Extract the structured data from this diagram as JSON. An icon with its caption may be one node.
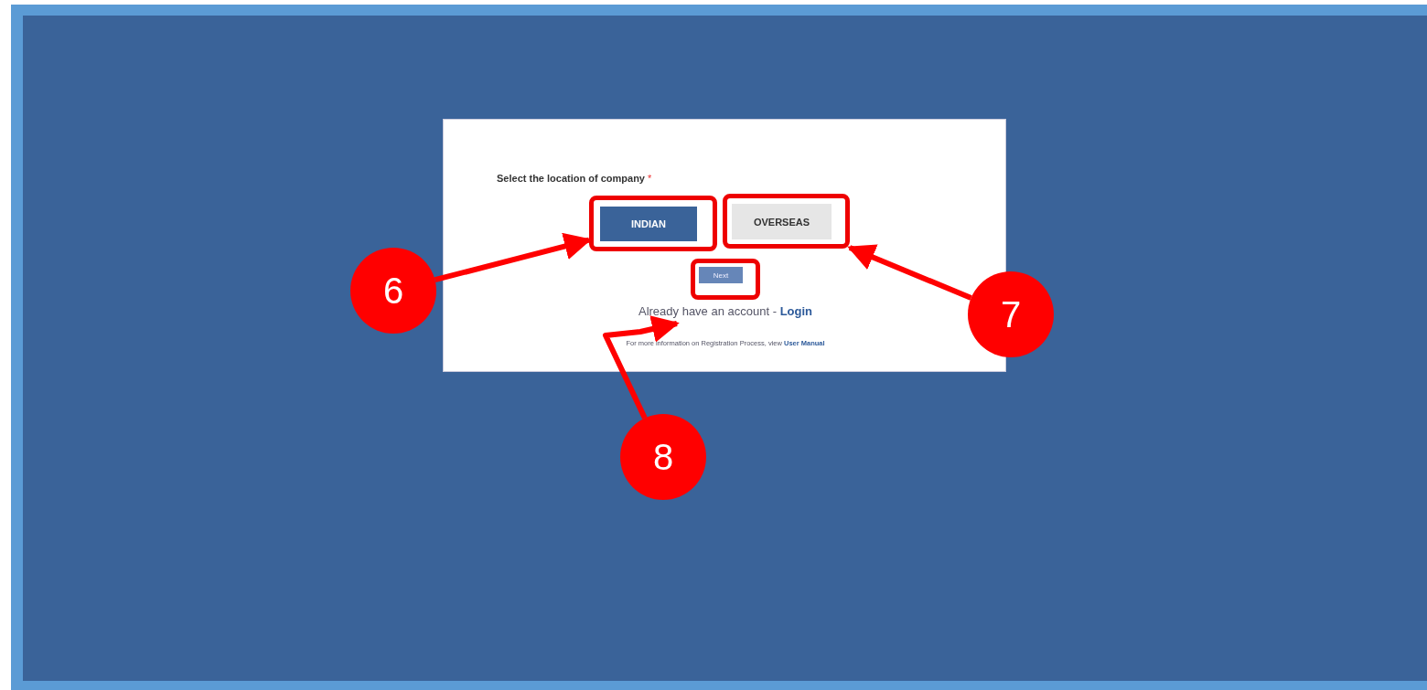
{
  "diagram": {
    "nodes": [
      {
        "text": [
          "Select the location of company"
        ]
      },
      {
        "text": [
          "INDIAN"
        ],
        "in": 0
      },
      {
        "text": [
          "OVERSEAS"
        ],
        "in": 0
      },
      {
        "text": [
          "Next"
        ],
        "in": 0
      },
      {
        "text": [
          "Already have an account - **Login**"
        ],
        "in": 0
      },
      {
        "text": [
          "6"
        ]
      },
      {
        "text": [
          "7"
        ]
      },
      {
        "text": [
          "8"
        ]
      }
    ],
    "edges": [
      {
        "from": 5,
        "to": 1,
        "arrow": "to"
      },
      {
        "from": 6,
        "to": 2,
        "arrow": "to"
      },
      {
        "from": 7,
        "to": 4,
        "arrow": "to"
      }
    ],
    "labels": [
      "*",
      "For more information on Registration Process, view **User Manual**"
    ]
  }
}
